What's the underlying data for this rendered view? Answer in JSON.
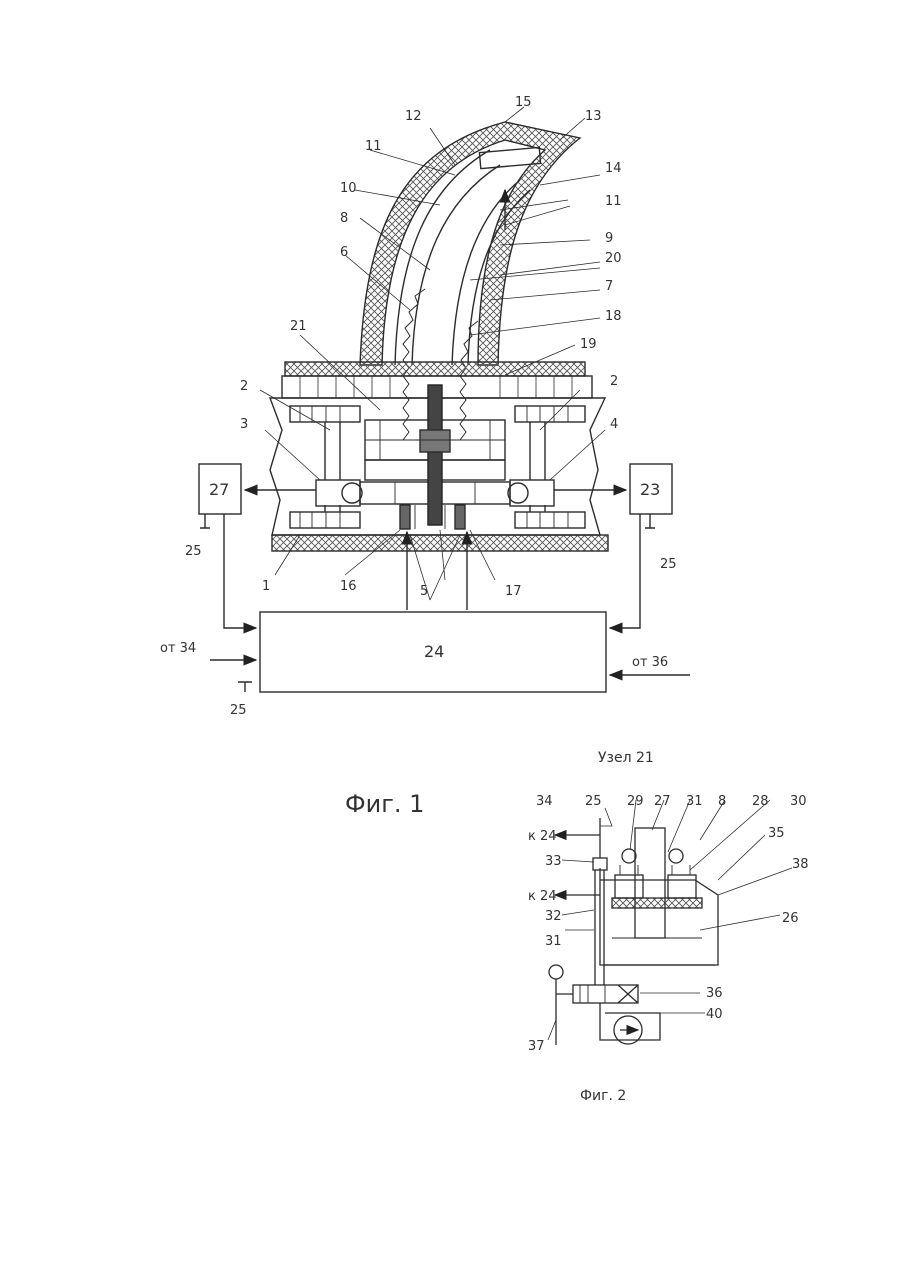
{
  "figure1": {
    "caption": "Фиг. 1",
    "labels": {
      "n15": "15",
      "n12": "12",
      "n13": "13",
      "n11a": "11",
      "n14": "14",
      "n10": "10",
      "n11b": "11",
      "n8": "8",
      "n9": "9",
      "n6": "6",
      "n20": "20",
      "n7": "7",
      "n18": "18",
      "n21": "21",
      "n19": "19",
      "n2a": "2",
      "n2b": "2",
      "n3": "3",
      "n4": "4",
      "n16": "16",
      "n5": "5",
      "n17": "17",
      "n1": "1",
      "n25a": "25",
      "n25b": "25",
      "n25c": "25"
    },
    "box27": "27",
    "box23": "23",
    "box24": "24",
    "in_left": "от 34",
    "in_right": "от 36"
  },
  "figure2": {
    "title": "Узел 21",
    "caption": "Фиг. 2",
    "labels": {
      "n34": "34",
      "n25": "25",
      "n29": "29",
      "n27": "27",
      "n31a": "31",
      "n8": "8",
      "n28": "28",
      "n30": "30",
      "n35": "35",
      "n38": "38",
      "n33": "33",
      "n32": "32",
      "n31b": "31",
      "n26": "26",
      "n36": "36",
      "n40": "40",
      "n37": "37"
    },
    "to24a": "к 24",
    "to24b": "к 24"
  },
  "colors": {
    "ink": "#2b2b2b",
    "hatch": "#555555",
    "paper": "#ffffff"
  }
}
